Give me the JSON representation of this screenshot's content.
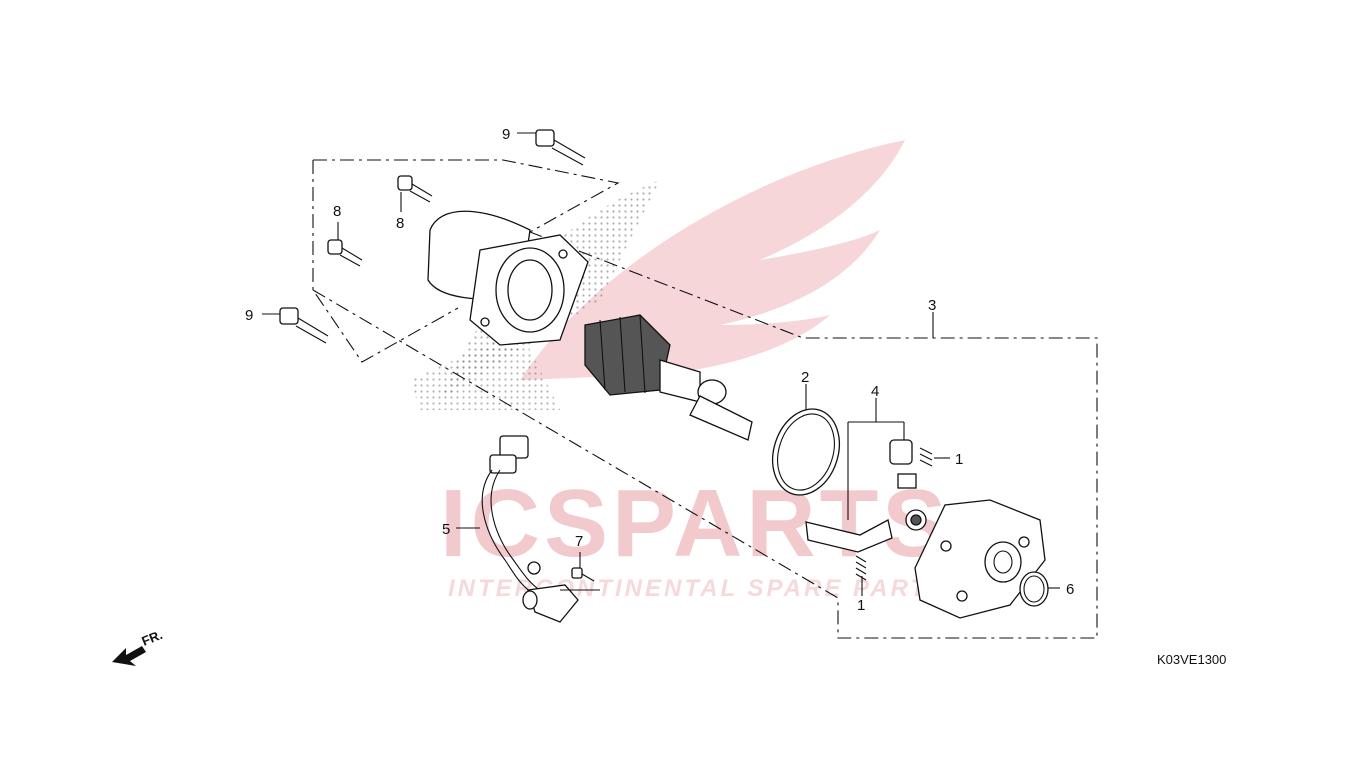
{
  "diagram": {
    "drawing_code": "K03VE1300",
    "direction_label": "FR.",
    "watermark": {
      "brand": "ICSPARTS",
      "tagline": "INTERCONTINENTAL SPARE PARTS"
    },
    "callouts": [
      {
        "id": "c9a",
        "label": "9"
      },
      {
        "id": "c8a",
        "label": "8"
      },
      {
        "id": "c8b",
        "label": "8"
      },
      {
        "id": "c9b",
        "label": "9"
      },
      {
        "id": "c3",
        "label": "3"
      },
      {
        "id": "c2",
        "label": "2"
      },
      {
        "id": "c4",
        "label": "4"
      },
      {
        "id": "c1a",
        "label": "1"
      },
      {
        "id": "c1b",
        "label": "1"
      },
      {
        "id": "c5",
        "label": "5"
      },
      {
        "id": "c7",
        "label": "7"
      },
      {
        "id": "c6",
        "label": "6"
      }
    ],
    "colors": {
      "line": "#111111",
      "watermark": "#f2c9cc",
      "background": "#ffffff"
    }
  }
}
